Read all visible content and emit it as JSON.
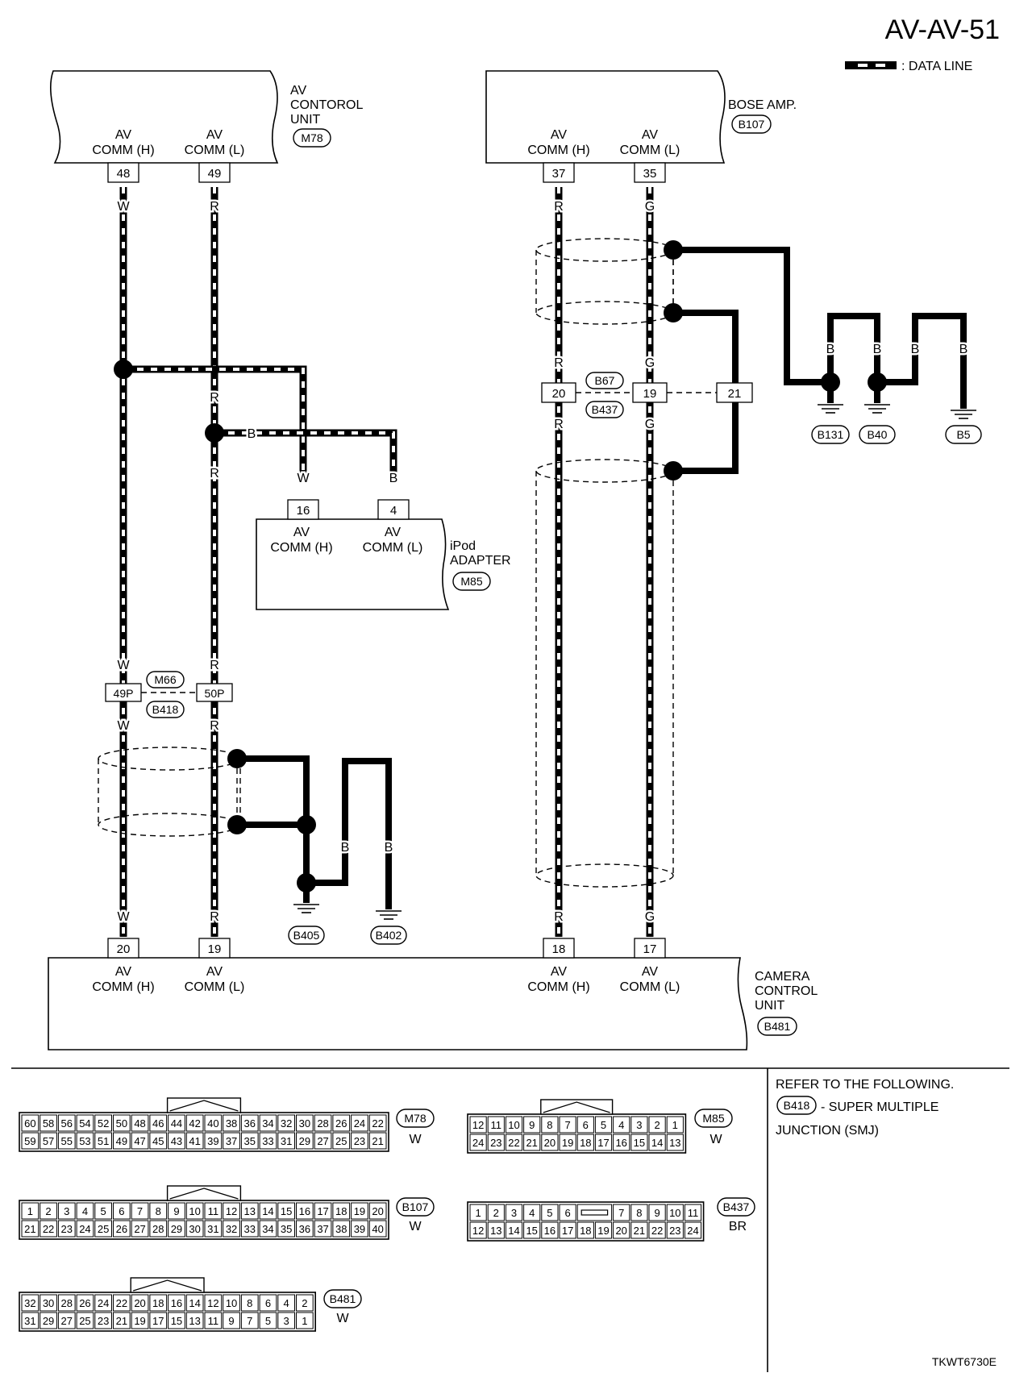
{
  "page_id": "AV-AV-51",
  "legend": {
    "data_line": ": DATA LINE"
  },
  "units": {
    "av_control": {
      "name_line1": "AV",
      "name_line2": "CONTOROL",
      "name_line3": "UNIT",
      "code": "M78",
      "pins": [
        {
          "num": "48",
          "label1": "AV",
          "label2": "COMM (H)",
          "color": "W"
        },
        {
          "num": "49",
          "label1": "AV",
          "label2": "COMM (L)",
          "color": "R"
        }
      ]
    },
    "bose_amp": {
      "name_line1": "BOSE AMP.",
      "code": "B107",
      "pins": [
        {
          "num": "37",
          "label1": "AV",
          "label2": "COMM (H)",
          "color": "R"
        },
        {
          "num": "35",
          "label1": "AV",
          "label2": "COMM (L)",
          "color": "G"
        }
      ]
    },
    "ipod": {
      "name_line1": "iPod",
      "name_line2": "ADAPTER",
      "code": "M85",
      "pins": [
        {
          "num": "16",
          "label1": "AV",
          "label2": "COMM (H)",
          "color": "W"
        },
        {
          "num": "4",
          "label1": "AV",
          "label2": "COMM (L)",
          "color": "B"
        }
      ]
    },
    "camera": {
      "name_line1": "CAMERA",
      "name_line2": "CONTROL",
      "name_line3": "UNIT",
      "code": "B481",
      "pins": [
        {
          "num": "20",
          "label1": "AV",
          "label2": "COMM (H)",
          "color": "W"
        },
        {
          "num": "19",
          "label1": "AV",
          "label2": "COMM (L)",
          "color": "R"
        },
        {
          "num": "18",
          "label1": "AV",
          "label2": "COMM (H)",
          "color": "R"
        },
        {
          "num": "17",
          "label1": "AV",
          "label2": "COMM (L)",
          "color": "G"
        }
      ]
    }
  },
  "wire_colors": {
    "w": "W",
    "r": "R",
    "g": "G",
    "b": "B"
  },
  "junctions": {
    "left": {
      "code_top": "M66",
      "code_bottom": "B418",
      "pins": [
        "49P",
        "50P"
      ]
    },
    "right": {
      "code_top": "B67",
      "code_bottom": "B437",
      "pins": [
        "20",
        "19",
        "21"
      ]
    }
  },
  "grounds": [
    "B405",
    "B402",
    "B131",
    "B40",
    "B5"
  ],
  "connectors": {
    "m78": {
      "code": "M78",
      "color": "W",
      "row1": [
        "60",
        "58",
        "56",
        "54",
        "52",
        "50",
        "48",
        "46",
        "44",
        "42",
        "40",
        "38",
        "36",
        "34",
        "32",
        "30",
        "28",
        "26",
        "24",
        "22"
      ],
      "row2": [
        "59",
        "57",
        "55",
        "53",
        "51",
        "49",
        "47",
        "45",
        "43",
        "41",
        "39",
        "37",
        "35",
        "33",
        "31",
        "29",
        "27",
        "25",
        "23",
        "21"
      ]
    },
    "b107": {
      "code": "B107",
      "color": "W",
      "row1": [
        "1",
        "2",
        "3",
        "4",
        "5",
        "6",
        "7",
        "8",
        "9",
        "10",
        "11",
        "12",
        "13",
        "14",
        "15",
        "16",
        "17",
        "18",
        "19",
        "20"
      ],
      "row2": [
        "21",
        "22",
        "23",
        "24",
        "25",
        "26",
        "27",
        "28",
        "29",
        "30",
        "31",
        "32",
        "33",
        "34",
        "35",
        "36",
        "37",
        "38",
        "39",
        "40"
      ]
    },
    "b481": {
      "code": "B481",
      "color": "W",
      "row1": [
        "32",
        "30",
        "28",
        "26",
        "24",
        "22",
        "20",
        "18",
        "16",
        "14",
        "12",
        "10",
        "8",
        "6",
        "4",
        "2"
      ],
      "row2": [
        "31",
        "29",
        "27",
        "25",
        "23",
        "21",
        "19",
        "17",
        "15",
        "13",
        "11",
        "9",
        "7",
        "5",
        "3",
        "1"
      ]
    },
    "m85": {
      "code": "M85",
      "color": "W",
      "row1": [
        "12",
        "11",
        "10",
        "9",
        "8",
        "7",
        "6",
        "5",
        "4",
        "3",
        "2",
        "1"
      ],
      "row2": [
        "24",
        "23",
        "22",
        "21",
        "20",
        "19",
        "18",
        "17",
        "16",
        "15",
        "14",
        "13"
      ]
    },
    "b437": {
      "code": "B437",
      "color": "BR",
      "row1": [
        "1",
        "2",
        "3",
        "4",
        "5",
        "6",
        "",
        "7",
        "8",
        "9",
        "10",
        "11"
      ],
      "row2": [
        "12",
        "13",
        "14",
        "15",
        "16",
        "17",
        "18",
        "19",
        "20",
        "21",
        "22",
        "23",
        "24"
      ]
    }
  },
  "refer": {
    "line1": "REFER TO THE FOLLOWING.",
    "code": "B418",
    "line2": "- SUPER MULTIPLE",
    "line3": "JUNCTION (SMJ)"
  },
  "footer_code": "TKWT6730E"
}
